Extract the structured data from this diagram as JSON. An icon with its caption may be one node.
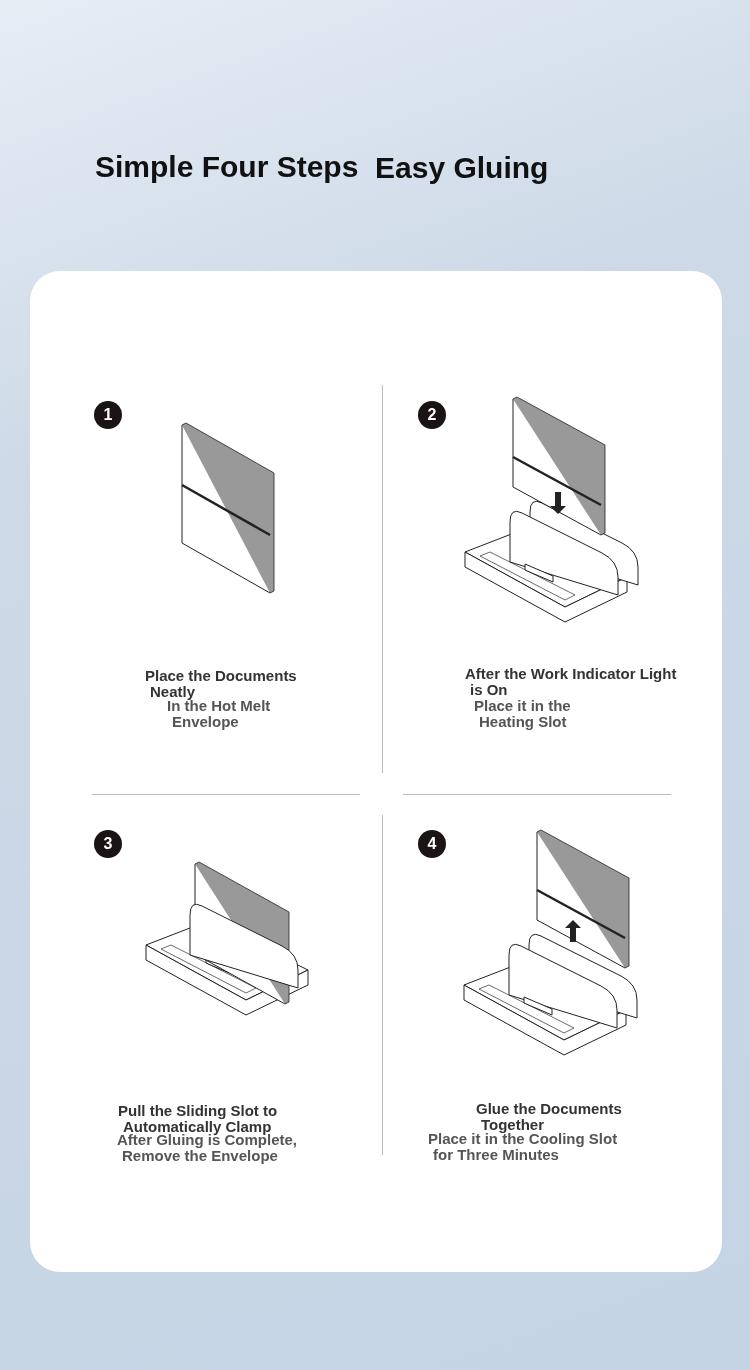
{
  "diagram": {
    "title": "Simple Four Steps",
    "nodes": [
      {
        "text": [
          "1"
        ]
      },
      {
        "text": [
          "2"
        ]
      },
      {
        "text": [
          "3"
        ]
      },
      {
        "text": [
          "4"
        ]
      }
    ],
    "labels": [
      "Easy Gluing",
      "Place the Documents Neatly",
      "In the Hot Melt Envelope",
      "After the Work Indicator Light is On",
      "Place it in the Heating Slot",
      "Pull the Sliding Slot to Automatically Clamp",
      "After Gluing is Complete, Remove the Envelope",
      "Glue the Documents Together",
      "Place it in the Cooling Slot for Three Minutes"
    ]
  }
}
